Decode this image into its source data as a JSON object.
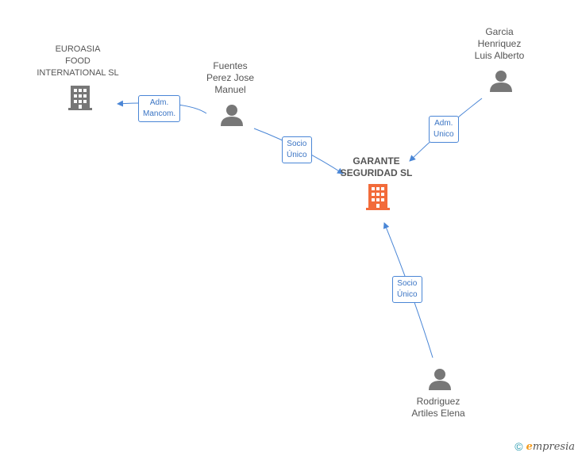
{
  "colors": {
    "edge": "#4a86d6",
    "person_icon": "#777777",
    "company_icon": "#777777",
    "main_company_icon": "#f26b3a"
  },
  "nodes": {
    "euroasia": {
      "lines": [
        "EUROASIA",
        "FOOD",
        "INTERNATIONAL SL"
      ],
      "icon": "building-icon"
    },
    "fuentes": {
      "lines": [
        "Fuentes",
        "Perez Jose",
        "Manuel"
      ],
      "icon": "person-icon"
    },
    "garcia": {
      "lines": [
        "Garcia",
        "Henriquez",
        "Luis Alberto"
      ],
      "icon": "person-icon"
    },
    "garante": {
      "lines": [
        "GARANTE",
        "SEGURIDAD SL"
      ],
      "icon": "building-icon"
    },
    "rodriguez": {
      "lines": [
        "Rodriguez",
        "Artiles Elena"
      ],
      "icon": "person-icon"
    }
  },
  "edges": {
    "fuentes_euroasia": {
      "lines": [
        "Adm.",
        "Mancom."
      ]
    },
    "fuentes_garante": {
      "lines": [
        "Socio",
        "Único"
      ]
    },
    "garcia_garante": {
      "lines": [
        "Adm.",
        "Unico"
      ]
    },
    "rodriguez_garante": {
      "lines": [
        "Socio",
        "Único"
      ]
    }
  },
  "footer": {
    "copyright_symbol": "©",
    "brand_initial": "e",
    "brand_rest": "mpresia"
  }
}
